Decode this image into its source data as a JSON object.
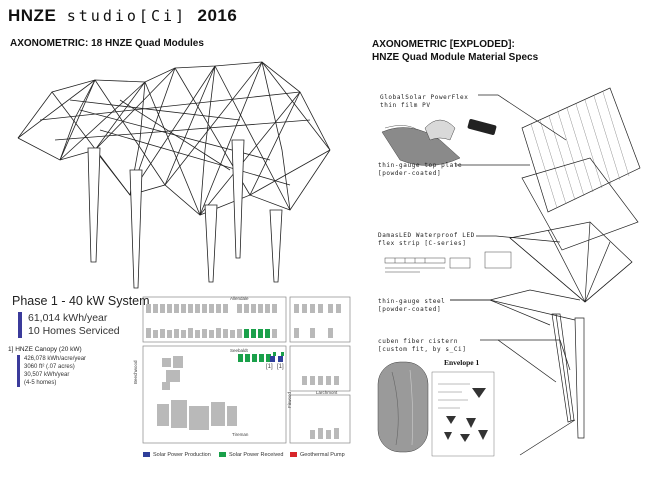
{
  "header": {
    "brand": "HNZE",
    "studio": "studio[Ci]",
    "year": "2016"
  },
  "left_heading": "AXONOMETRIC: 18 HNZE Quad Modules",
  "right_heading_line1": "AXONOMETRIC [EXPLODED]:",
  "right_heading_line2": "HNZE Quad Module Material Specs",
  "phase": {
    "title": "Phase 1 - 40 kW System",
    "energy": "61,014 kWh/year",
    "homes": "10 Homes Serviced"
  },
  "canopy": {
    "title": "1] HNZE Canopy (20 kW)",
    "lines": [
      "426,078 kWh/acre/year",
      "3060 ft² (.07 acres)",
      "30,507 kWh/year",
      "(4-5 homes)"
    ]
  },
  "specs": {
    "pv": [
      "GlobalSolar PowerFlex",
      "thin film PV"
    ],
    "top_plate": [
      "thin-gauge top plate",
      "[powder-coated]"
    ],
    "led": [
      "DamasLED Waterproof LED",
      "flex strip [C-series]"
    ],
    "steel": [
      "thin-gauge steel",
      "[powder-coated]"
    ],
    "cistern": [
      "cuben fiber cistern",
      "[custom fit, by s_Ci]"
    ],
    "envelope": "Envelope 1"
  },
  "map": {
    "streets": {
      "top": "Allendale",
      "mid": "Seebaldt",
      "left": "Beechwood",
      "bottom": "Tireman",
      "right": "Firwood",
      "right2": "Larchmont"
    },
    "markers": [
      "[1]",
      "[1]"
    ]
  },
  "legend": [
    {
      "label": "Solar Power Production",
      "color": "#2f3f9a"
    },
    {
      "label": "Solar Power Received",
      "color": "#1aa04a"
    },
    {
      "label": "Geothermal Pump",
      "color": "#d8262a"
    }
  ],
  "colors": {
    "accent_bar": "#3b3b9b",
    "line": "#222222",
    "block": "#b9b9b9"
  }
}
